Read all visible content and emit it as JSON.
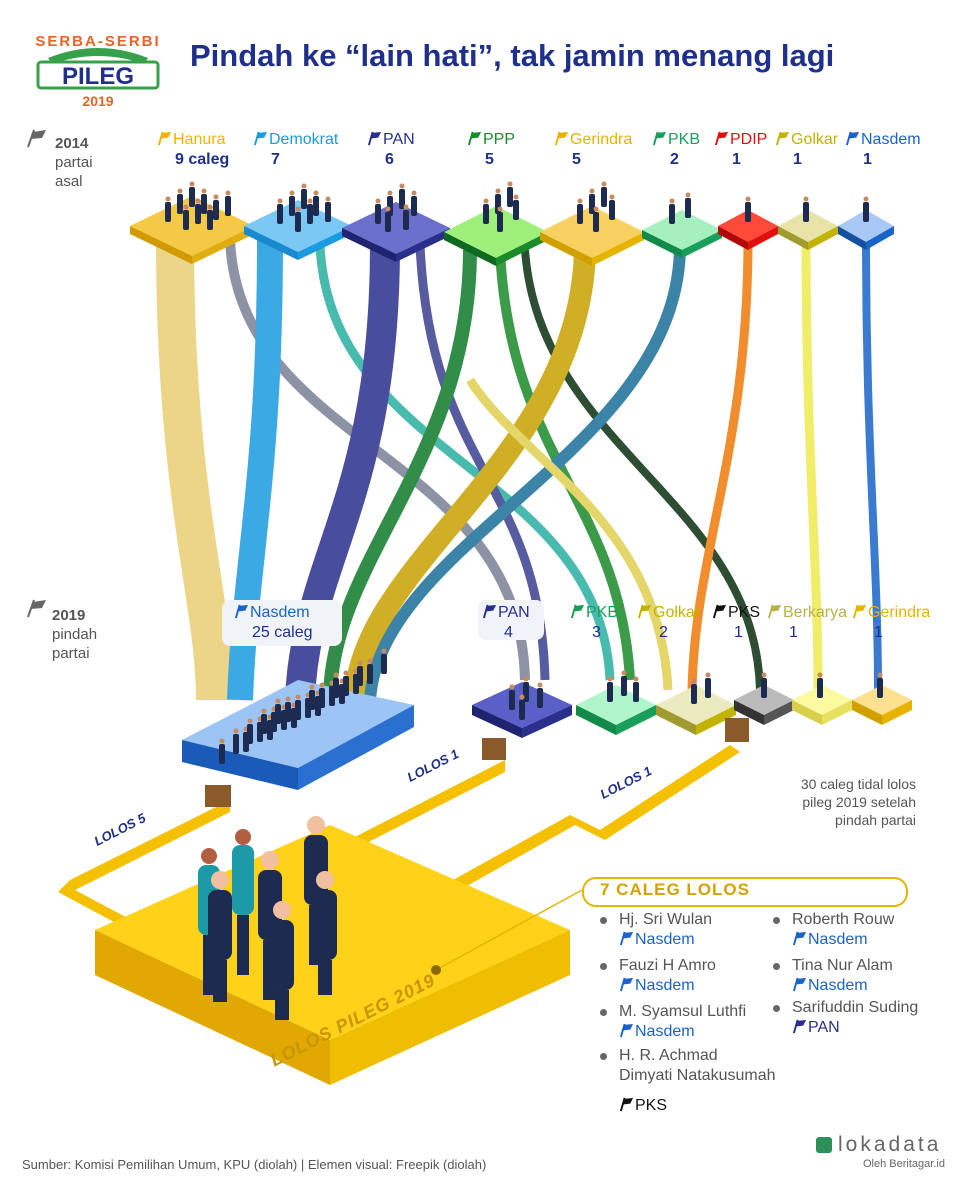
{
  "title": "Pindah ke “lain hati”, tak jamin menang lagi",
  "logo": {
    "top": "SERBA-SERBI",
    "main": "PILEG",
    "year": "2019"
  },
  "row2014": {
    "label_line1": "2014",
    "label_line2": "partai",
    "label_line3": "asal"
  },
  "row2019": {
    "label_line1": "2019",
    "label_line2": "pindah",
    "label_line3": "partai"
  },
  "origin_parties": [
    {
      "name": "Hanura",
      "count": "9 caleg",
      "color": "#f0b400"
    },
    {
      "name": "Demokrat",
      "count": "7",
      "color": "#1a9be0"
    },
    {
      "name": "PAN",
      "count": "6",
      "color": "#2a2f8c"
    },
    {
      "name": "PPP",
      "count": "5",
      "color": "#1a8a2a"
    },
    {
      "name": "Gerindra",
      "count": "5",
      "color": "#e6b400"
    },
    {
      "name": "PKB",
      "count": "2",
      "color": "#18a05a"
    },
    {
      "name": "PDIP",
      "count": "1",
      "color": "#e0100c"
    },
    {
      "name": "Golkar",
      "count": "1",
      "color": "#c2b300"
    },
    {
      "name": "Nasdem",
      "count": "1",
      "color": "#1a63c9"
    }
  ],
  "dest_parties": [
    {
      "name": "Nasdem",
      "count": "25 caleg",
      "color": "#1a63c9"
    },
    {
      "name": "PAN",
      "count": "4",
      "color": "#2a2f8c"
    },
    {
      "name": "PKB",
      "count": "3",
      "color": "#18a05a"
    },
    {
      "name": "Golkar",
      "count": "2",
      "color": "#c2b300"
    },
    {
      "name": "PKS",
      "count": "1",
      "color": "#111111"
    },
    {
      "name": "Berkarya",
      "count": "1",
      "color": "#b8b04a"
    },
    {
      "name": "Gerindra",
      "count": "1",
      "color": "#e6b400"
    }
  ],
  "roads": {
    "r1": "LOLOS 5",
    "r2": "LOLOS 1",
    "r3": "LOLOS 1",
    "base": "LOLOS PILEG 2019"
  },
  "note": {
    "line1": "30 caleg tidal lolos",
    "line2": "pileg 2019 setelah",
    "line3": "pindah partai"
  },
  "winners_title": "7 CALEG LOLOS",
  "winners": [
    {
      "name": "Hj. Sri Wulan",
      "party": "Nasdem"
    },
    {
      "name": "Fauzi H Amro",
      "party": "Nasdem"
    },
    {
      "name": "M. Syamsul Luthfi",
      "party": "Nasdem"
    },
    {
      "name": "H. R. Achmad",
      "name2": "Dimyati Natakusumah",
      "party": "PKS"
    },
    {
      "name": "Roberth Rouw",
      "party": "Nasdem"
    },
    {
      "name": "Tina Nur Alam",
      "party": "Nasdem"
    },
    {
      "name": "Sarifuddin Suding",
      "party": "PAN"
    }
  ],
  "source": "Sumber: Komisi Pemilihan Umum, KPU (diolah) | Elemen visual: Freepik (diolah)",
  "brand": {
    "name": "lokadata",
    "sub": "Oleh Beritagar.id"
  }
}
